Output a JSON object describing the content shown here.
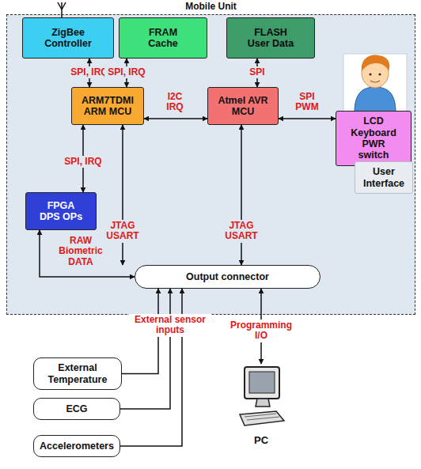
{
  "diagram": {
    "nodes": [
      {
        "text": [
          "Mobile Unit"
        ]
      },
      {
        "text": [
          "ZigBee Controller"
        ],
        "in": 0
      },
      {
        "text": [
          "FRAM Cache"
        ],
        "in": 0
      },
      {
        "text": [
          "FLASH User Data"
        ],
        "in": 0
      },
      {
        "text": [
          "ARM7TDMI ARM MCU"
        ],
        "in": 0
      },
      {
        "text": [
          "Atmel AVR MCU"
        ],
        "in": 0
      },
      {
        "text": [
          "LCD Keyboard PWR switch"
        ],
        "in": 0
      },
      {
        "text": [
          "User Interface"
        ],
        "in": 0
      },
      {
        "text": [
          "FPGA DPS OPs"
        ],
        "in": 0
      },
      {
        "text": [
          "Output connector"
        ],
        "in": 0
      },
      {
        "text": [
          "External Temperature"
        ]
      },
      {
        "text": [
          "ECG"
        ]
      },
      {
        "text": [
          "Accelerometers"
        ]
      },
      {
        "text": [
          "PC"
        ]
      }
    ],
    "edges": [
      {
        "from": 1,
        "to": 4,
        "label": "SPI, IRQ",
        "arrow": "both"
      },
      {
        "from": 2,
        "to": 4,
        "label": "SPI, IRQ",
        "arrow": "both"
      },
      {
        "from": 3,
        "to": 5,
        "label": "SPI",
        "arrow": "both"
      },
      {
        "from": 4,
        "to": 5,
        "label": "I2C IRQ",
        "arrow": "both"
      },
      {
        "from": 5,
        "to": 6,
        "label": "SPI PWM",
        "arrow": "both"
      },
      {
        "from": 4,
        "to": 8,
        "label": "SPI, IRQ",
        "arrow": "both"
      },
      {
        "from": 4,
        "to": 9,
        "label": "JTAG USART",
        "arrow": "both"
      },
      {
        "from": 5,
        "to": 9,
        "label": "JTAG USART",
        "arrow": "both"
      },
      {
        "from": 8,
        "to": 9,
        "label": "RAW Biometric DATA",
        "arrow": "both"
      },
      {
        "from": 10,
        "to": 9,
        "arrow": "to"
      },
      {
        "from": 11,
        "to": 9,
        "arrow": "to"
      },
      {
        "from": 12,
        "to": 9,
        "arrow": "to"
      },
      {
        "from": 9,
        "to": 13,
        "label": "Programming I/O",
        "arrow": "both"
      }
    ],
    "labels": [
      "External sensor inputs"
    ]
  }
}
